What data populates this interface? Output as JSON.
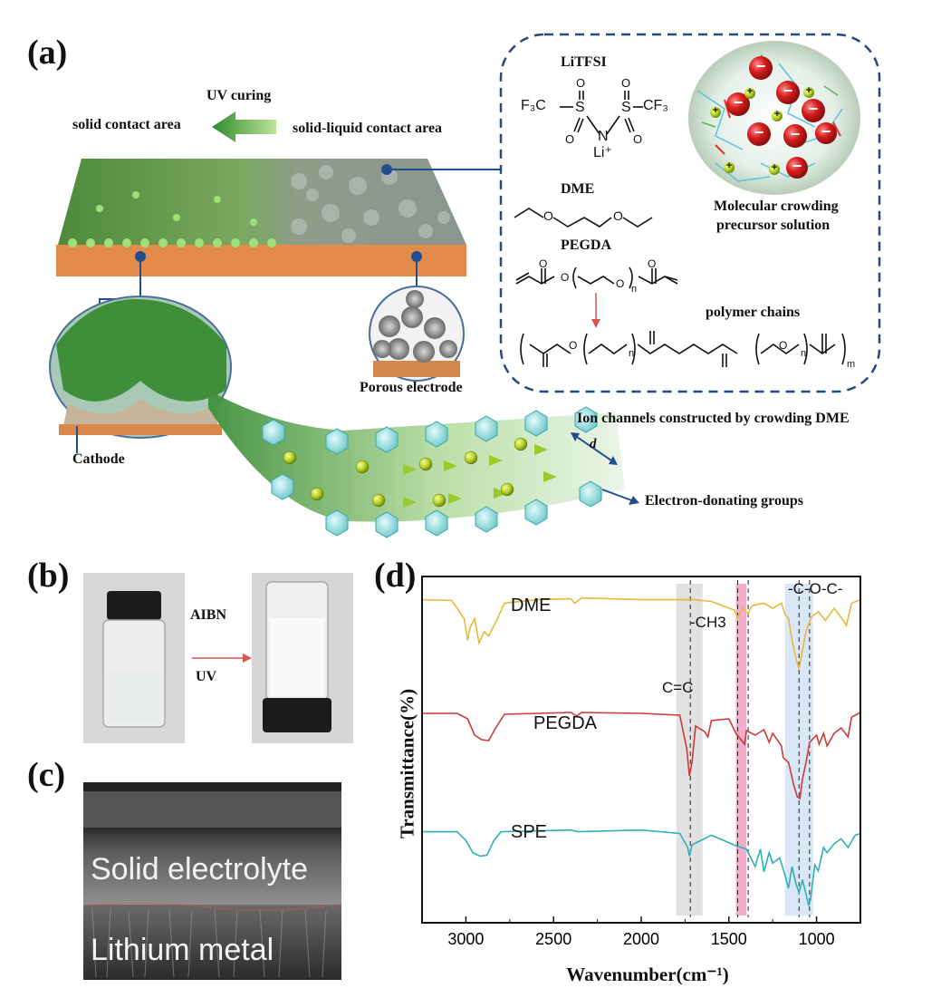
{
  "panels": {
    "a": "(a)",
    "b": "(b)",
    "c": "(c)",
    "d": "(d)"
  },
  "schematic": {
    "uv_curing": "UV curing",
    "solid_contact": "solid contact area",
    "solid_liquid_contact": "solid-liquid contact area",
    "cathode": "Cathode",
    "porous_electrode": "Porous electrode",
    "ion_channels": "Ion channels constructed by crowding DME",
    "distance": "d",
    "electron_groups": "Electron-donating groups",
    "litfsi": "LiTFSI",
    "dme": "DME",
    "pegda": "PEGDA",
    "molecular_crowding": "Molecular crowding",
    "precursor_solution": "precursor solution",
    "polymer_chains": "polymer chains",
    "cation_sign": "+",
    "anion_sign": "−",
    "chem": {
      "f3c": "F₃C",
      "cf3": "CF₃",
      "s": "S",
      "n": "N",
      "li": "Li⁺",
      "o": "O",
      "n_sub": "n",
      "m_sub": "m"
    }
  },
  "vials": {
    "aibn": "AIBN",
    "uv": "UV"
  },
  "sem": {
    "top_layer": "Solid electrolyte",
    "bottom_layer": "Lithium metal"
  },
  "ftir": {
    "chart_data": {
      "type": "line",
      "xlabel": "Wavenumber(cm⁻¹)",
      "ylabel": "Transmittance(%)",
      "xlim": [
        3250,
        750
      ],
      "xticks": [
        3000,
        2500,
        2000,
        1500,
        1000
      ],
      "xtick_labels": [
        "3000",
        "2500",
        "2000",
        "1500",
        "1000"
      ],
      "series": [
        {
          "name": "DME",
          "color": "#e6b93a",
          "points": [
            [
              3250,
              0.08
            ],
            [
              3080,
              0.09
            ],
            [
              3010,
              0.3
            ],
            [
              2990,
              0.55
            ],
            [
              2975,
              0.4
            ],
            [
              2950,
              0.3
            ],
            [
              2925,
              0.58
            ],
            [
              2895,
              0.45
            ],
            [
              2870,
              0.5
            ],
            [
              2825,
              0.32
            ],
            [
              2780,
              0.12
            ],
            [
              2600,
              0.08
            ],
            [
              2400,
              0.07
            ],
            [
              2380,
              0.12
            ],
            [
              2340,
              0.06
            ],
            [
              2000,
              0.08
            ],
            [
              1700,
              0.08
            ],
            [
              1600,
              0.1
            ],
            [
              1470,
              0.2
            ],
            [
              1450,
              0.28
            ],
            [
              1420,
              0.18
            ],
            [
              1390,
              0.24
            ],
            [
              1370,
              0.15
            ],
            [
              1300,
              0.12
            ],
            [
              1250,
              0.18
            ],
            [
              1200,
              0.12
            ],
            [
              1180,
              0.25
            ],
            [
              1160,
              0.3
            ],
            [
              1140,
              0.55
            ],
            [
              1115,
              0.78
            ],
            [
              1100,
              0.88
            ],
            [
              1085,
              0.72
            ],
            [
              1060,
              0.45
            ],
            [
              1030,
              0.28
            ],
            [
              990,
              0.22
            ],
            [
              950,
              0.32
            ],
            [
              900,
              0.18
            ],
            [
              855,
              0.3
            ],
            [
              830,
              0.38
            ],
            [
              800,
              0.12
            ],
            [
              750,
              0.08
            ]
          ]
        },
        {
          "name": "PEGDA",
          "color": "#cc3a3a",
          "points": [
            [
              3250,
              0.06
            ],
            [
              3050,
              0.06
            ],
            [
              2990,
              0.12
            ],
            [
              2950,
              0.3
            ],
            [
              2910,
              0.35
            ],
            [
              2870,
              0.36
            ],
            [
              2830,
              0.22
            ],
            [
              2780,
              0.07
            ],
            [
              2400,
              0.05
            ],
            [
              2370,
              0.09
            ],
            [
              2340,
              0.05
            ],
            [
              2000,
              0.06
            ],
            [
              1780,
              0.08
            ],
            [
              1740,
              0.45
            ],
            [
              1725,
              0.75
            ],
            [
              1710,
              0.6
            ],
            [
              1690,
              0.2
            ],
            [
              1640,
              0.26
            ],
            [
              1620,
              0.32
            ],
            [
              1600,
              0.14
            ],
            [
              1500,
              0.12
            ],
            [
              1460,
              0.28
            ],
            [
              1410,
              0.4
            ],
            [
              1400,
              0.25
            ],
            [
              1350,
              0.3
            ],
            [
              1300,
              0.24
            ],
            [
              1270,
              0.38
            ],
            [
              1250,
              0.28
            ],
            [
              1200,
              0.42
            ],
            [
              1190,
              0.55
            ],
            [
              1160,
              0.6
            ],
            [
              1130,
              0.85
            ],
            [
              1110,
              0.98
            ],
            [
              1095,
              1.0
            ],
            [
              1080,
              0.78
            ],
            [
              1060,
              0.6
            ],
            [
              1040,
              0.38
            ],
            [
              1000,
              0.3
            ],
            [
              985,
              0.4
            ],
            [
              960,
              0.28
            ],
            [
              940,
              0.42
            ],
            [
              900,
              0.28
            ],
            [
              860,
              0.22
            ],
            [
              820,
              0.32
            ],
            [
              800,
              0.1
            ],
            [
              750,
              0.05
            ]
          ]
        },
        {
          "name": "SPE",
          "color": "#2fb0b4",
          "points": [
            [
              3250,
              0.1
            ],
            [
              3050,
              0.1
            ],
            [
              3000,
              0.2
            ],
            [
              2960,
              0.34
            ],
            [
              2920,
              0.38
            ],
            [
              2880,
              0.37
            ],
            [
              2840,
              0.2
            ],
            [
              2800,
              0.1
            ],
            [
              2400,
              0.08
            ],
            [
              2360,
              0.1
            ],
            [
              2000,
              0.08
            ],
            [
              1780,
              0.12
            ],
            [
              1735,
              0.28
            ],
            [
              1725,
              0.38
            ],
            [
              1710,
              0.25
            ],
            [
              1640,
              0.18
            ],
            [
              1600,
              0.14
            ],
            [
              1460,
              0.26
            ],
            [
              1400,
              0.3
            ],
            [
              1350,
              0.5
            ],
            [
              1320,
              0.3
            ],
            [
              1300,
              0.56
            ],
            [
              1270,
              0.34
            ],
            [
              1250,
              0.46
            ],
            [
              1210,
              0.4
            ],
            [
              1180,
              0.6
            ],
            [
              1160,
              0.75
            ],
            [
              1140,
              0.5
            ],
            [
              1120,
              0.68
            ],
            [
              1100,
              0.8
            ],
            [
              1080,
              0.65
            ],
            [
              1060,
              0.82
            ],
            [
              1045,
              0.95
            ],
            [
              1035,
              0.88
            ],
            [
              1010,
              0.48
            ],
            [
              990,
              0.55
            ],
            [
              960,
              0.28
            ],
            [
              940,
              0.34
            ],
            [
              900,
              0.24
            ],
            [
              860,
              0.18
            ],
            [
              820,
              0.28
            ],
            [
              780,
              0.14
            ],
            [
              750,
              0.12
            ]
          ]
        }
      ],
      "annotations": {
        "cc": "C=C",
        "ch3": "-CH3",
        "coc": "-C-O-C-"
      },
      "bands": [
        {
          "from": 1800,
          "to": 1650,
          "color": "#c8c8c8"
        },
        {
          "from": 1460,
          "to": 1400,
          "color": "#e96aa0"
        },
        {
          "from": 1180,
          "to": 1020,
          "color": "#b9d3ef"
        }
      ],
      "dashed_lines": [
        1720,
        1450,
        1390,
        1100,
        1040
      ]
    }
  }
}
